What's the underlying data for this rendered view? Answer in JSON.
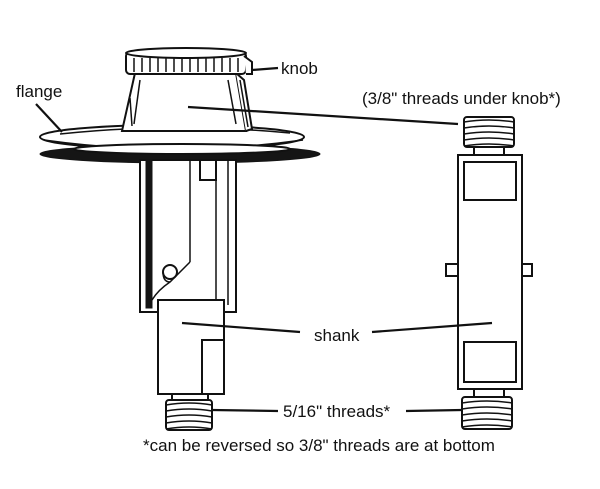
{
  "labels": {
    "knob": "knob",
    "flange": "flange",
    "threads_under_knob": "(3/8\" threads under knob*)",
    "shank": "shank",
    "bottom_threads": "5/16\" threads*",
    "footnote": "*can be reversed so 3/8\" threads are at bottom"
  }
}
